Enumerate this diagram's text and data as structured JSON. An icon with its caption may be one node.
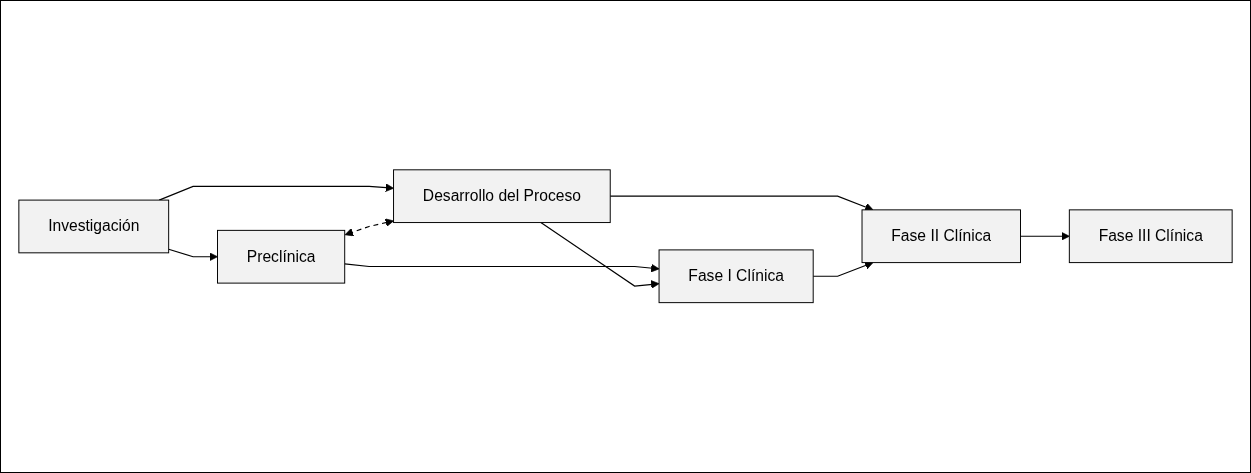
{
  "diagram": {
    "nodes": [
      {
        "text": [
          "Investigación"
        ]
      },
      {
        "text": [
          "Preclínica"
        ]
      },
      {
        "text": [
          "Desarrollo del Proceso"
        ]
      },
      {
        "text": [
          "Fase I Clínica"
        ]
      },
      {
        "text": [
          "Fase II Clínica"
        ]
      },
      {
        "text": [
          "Fase III Clínica"
        ]
      }
    ],
    "edges": [
      {
        "from": 0,
        "to": 1,
        "arrow": "to"
      },
      {
        "from": 0,
        "to": 2,
        "arrow": "to"
      },
      {
        "from": 1,
        "to": 2,
        "arrow": "both",
        "style": "dashed"
      },
      {
        "from": 1,
        "to": 3,
        "arrow": "to"
      },
      {
        "from": 2,
        "to": 3,
        "arrow": "to"
      },
      {
        "from": 2,
        "to": 4,
        "arrow": "to"
      },
      {
        "from": 3,
        "to": 4,
        "arrow": "to"
      },
      {
        "from": 4,
        "to": 5,
        "arrow": "to"
      }
    ]
  }
}
